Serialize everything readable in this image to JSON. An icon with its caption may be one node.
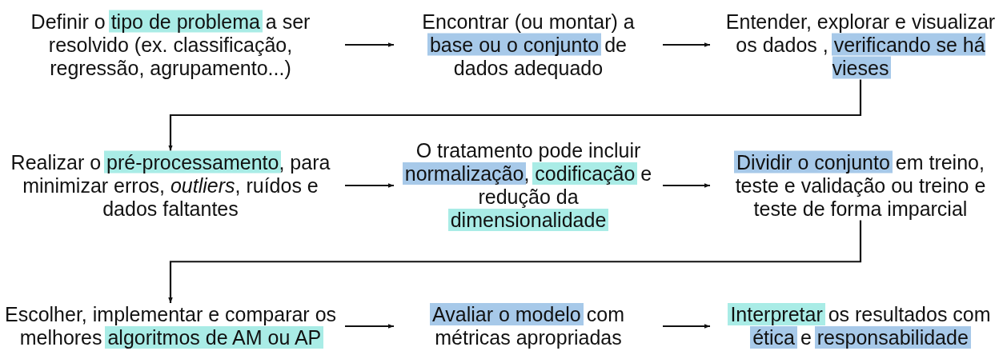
{
  "diagram": {
    "nodes": [
      {
        "text": [
          "Definir o **tipo de problema** a ser resolvido (ex. classificação, regressão, agrupamento...)"
        ]
      },
      {
        "text": [
          "Encontrar (ou montar) a **base ou o conjunto** de dados adequado"
        ]
      },
      {
        "text": [
          "Entender, explorar e visualizar os dados , **verificando se há vieses**"
        ]
      },
      {
        "text": [
          "Realizar o **pré-processamento**, para minimizar erros, *outliers*, ruídos e dados faltantes"
        ]
      },
      {
        "text": [
          "O tratamento pode incluir **normalização**, **codificação** e redução da **dimensionalidade**"
        ]
      },
      {
        "text": [
          "**Dividir o conjunto** em treino, teste e validação ou treino e teste de forma imparcial"
        ]
      },
      {
        "text": [
          "Escolher, implementar e comparar os melhores **algoritmos de AM ou AP**"
        ]
      },
      {
        "text": [
          "**Avaliar o modelo** com métricas apropriadas"
        ]
      },
      {
        "text": [
          "**Interpretar** os resultados com **ética** e **responsabilidade**"
        ]
      }
    ],
    "edges": [
      {
        "from": 0,
        "to": 1,
        "arrow": "to"
      },
      {
        "from": 1,
        "to": 2,
        "arrow": "to"
      },
      {
        "from": 2,
        "to": 3,
        "arrow": "to"
      },
      {
        "from": 3,
        "to": 4,
        "arrow": "to"
      },
      {
        "from": 4,
        "to": 5,
        "arrow": "to"
      },
      {
        "from": 5,
        "to": 6,
        "arrow": "to"
      },
      {
        "from": 6,
        "to": 7,
        "arrow": "to"
      },
      {
        "from": 7,
        "to": 8,
        "arrow": "to"
      }
    ]
  }
}
